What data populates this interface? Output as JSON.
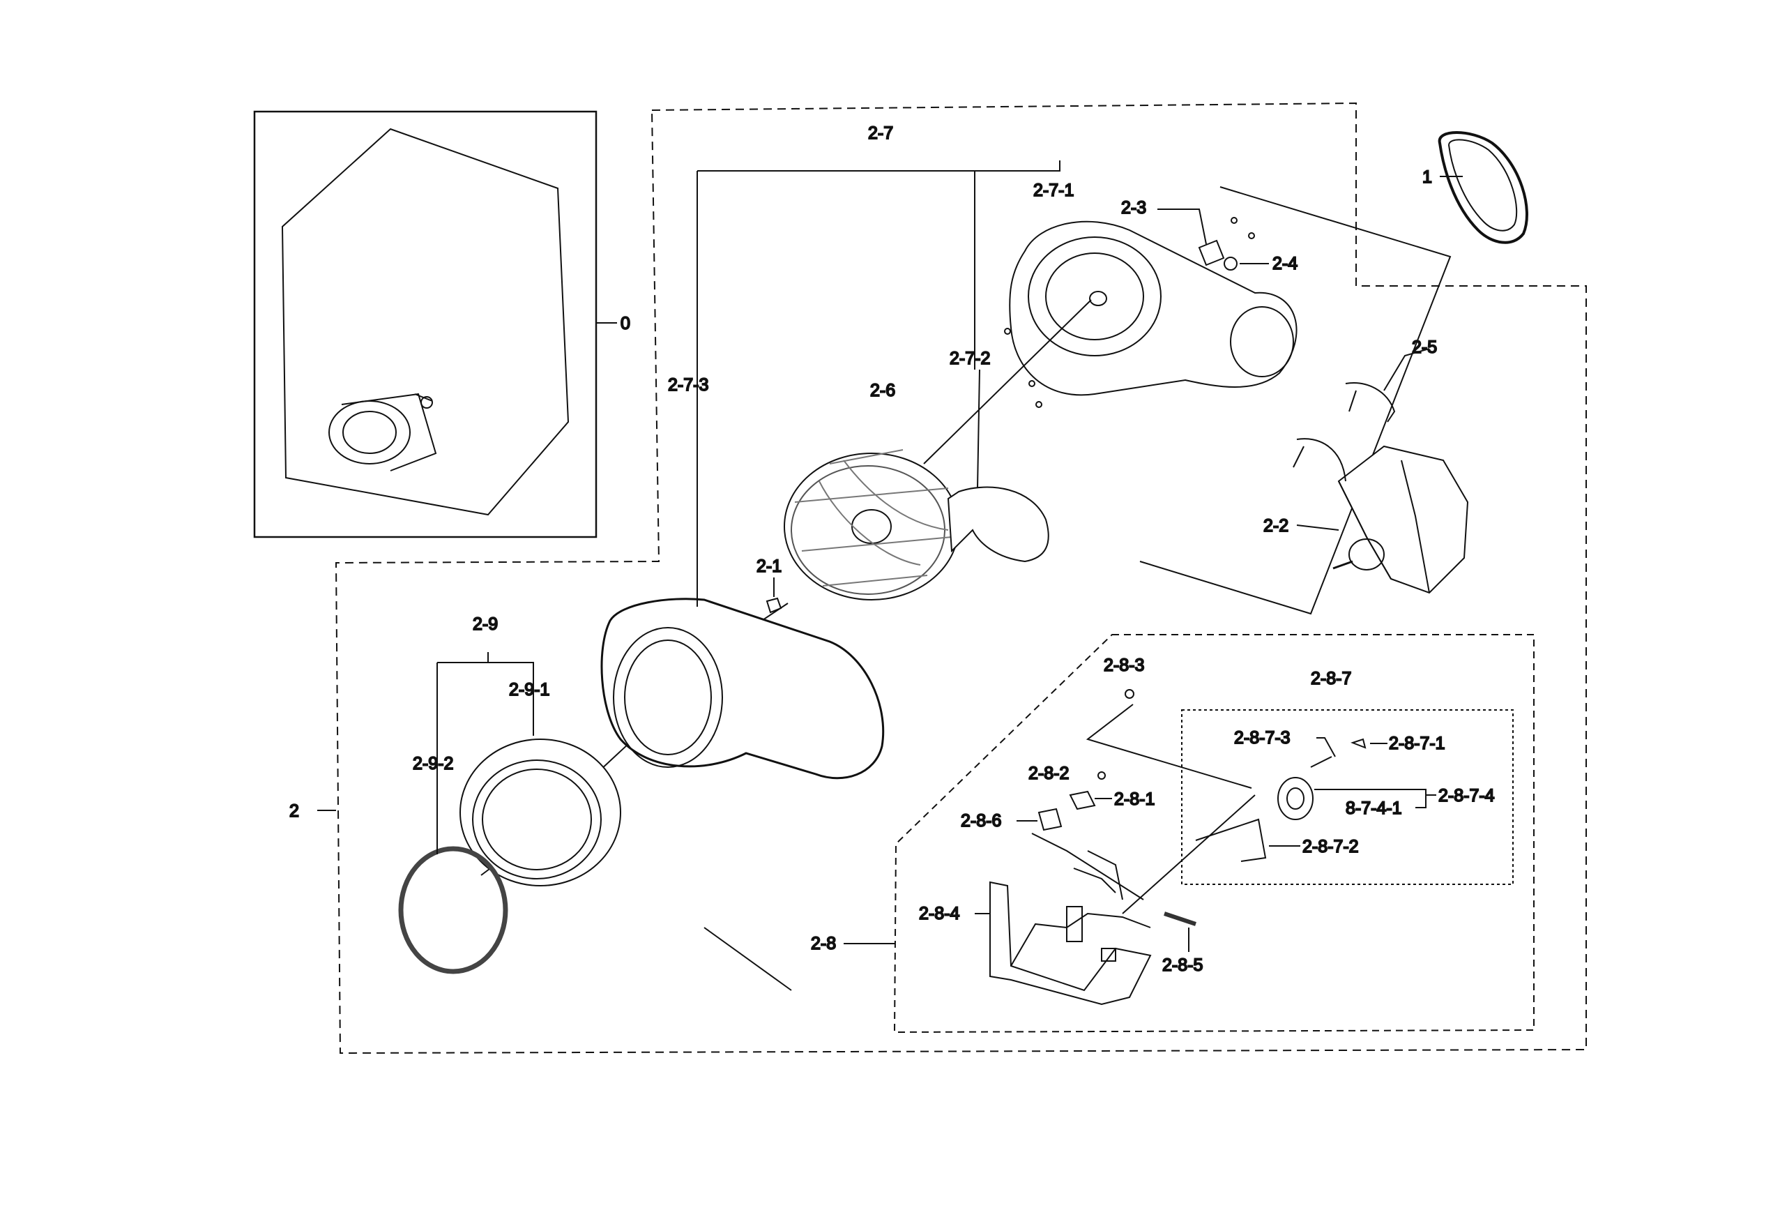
{
  "diagram": {
    "labels": {
      "l0": "0",
      "l1": "1",
      "l2": "2",
      "l2_1": "2-1",
      "l2_2": "2-2",
      "l2_3": "2-3",
      "l2_4": "2-4",
      "l2_5": "2-5",
      "l2_6": "2-6",
      "l2_7": "2-7",
      "l2_7_1": "2-7-1",
      "l2_7_2": "2-7-2",
      "l2_7_3": "2-7-3",
      "l2_8": "2-8",
      "l2_8_1": "2-8-1",
      "l2_8_2": "2-8-2",
      "l2_8_3": "2-8-3",
      "l2_8_4": "2-8-4",
      "l2_8_5": "2-8-5",
      "l2_8_6": "2-8-6",
      "l2_8_7": "2-8-7",
      "l2_8_7_1": "2-8-7-1",
      "l2_8_7_2": "2-8-7-2",
      "l2_8_7_3": "2-8-7-3",
      "l2_8_7_4": "2-8-7-4",
      "l8_7_4_1": "8-7-4-1",
      "l2_9": "2-9",
      "l2_9_1": "2-9-1",
      "l2_9_2": "2-9-2"
    },
    "colors": {
      "line": "#111111",
      "fill": "#ffffff",
      "shade": "#cfcfcf",
      "dark": "#555555"
    }
  }
}
